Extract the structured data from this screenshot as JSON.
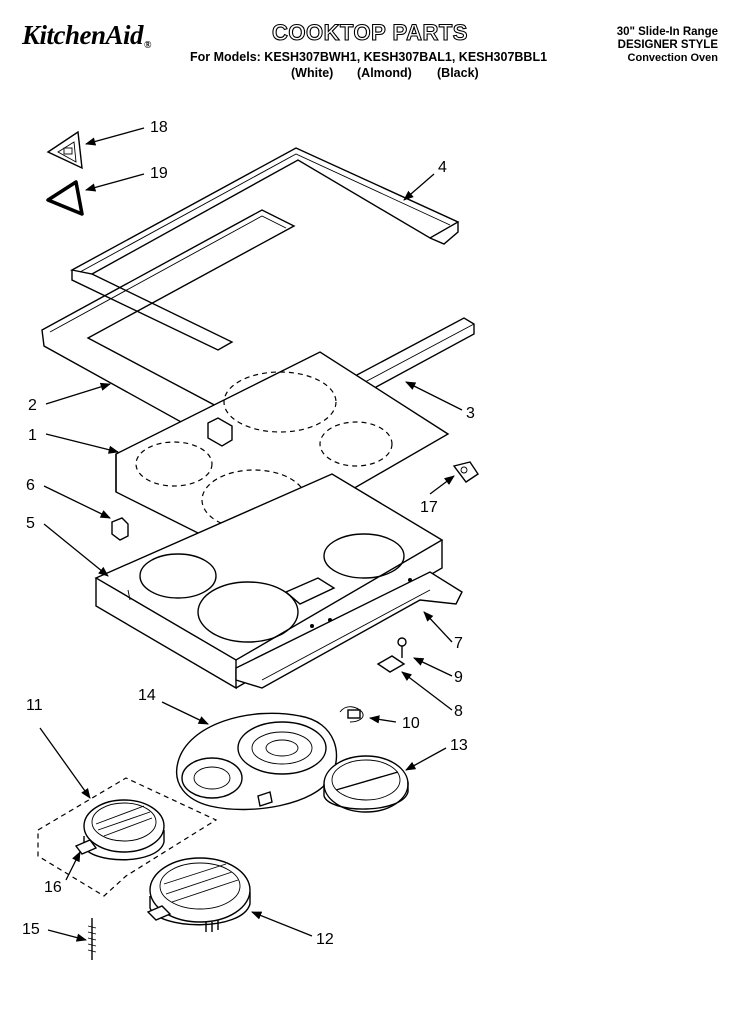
{
  "header": {
    "brand": "KitchenAid",
    "brand_mark": "®",
    "title": "COOKTOP PARTS",
    "models": "For Models: KESH307BWH1, KESH307BAL1, KESH307BBL1",
    "colors": [
      "(White)",
      "(Almond)",
      "(Black)"
    ],
    "product_line1": "30\" Slide-In Range",
    "product_line2": "DESIGNER STYLE",
    "product_line3": "Convection Oven"
  },
  "callouts": {
    "n1": "1",
    "n2": "2",
    "n3": "3",
    "n4": "4",
    "n5": "5",
    "n6": "6",
    "n7": "7",
    "n8": "8",
    "n9": "9",
    "n10": "10",
    "n11": "11",
    "n12": "12",
    "n13": "13",
    "n14": "14",
    "n15": "15",
    "n16": "16",
    "n17": "17",
    "n18": "18",
    "n19": "19"
  }
}
